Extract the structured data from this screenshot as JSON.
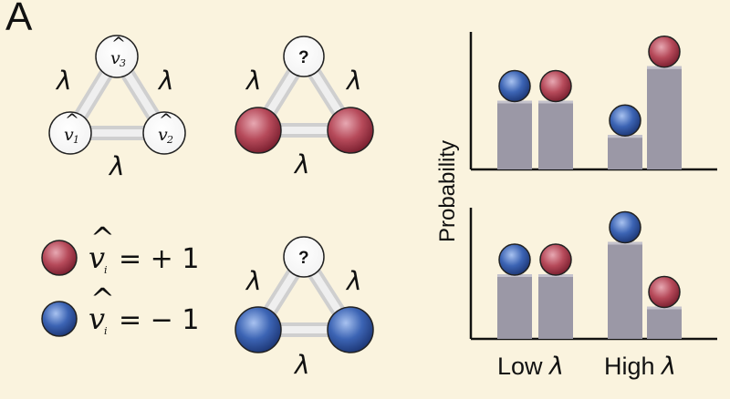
{
  "panel_label": "A",
  "colors": {
    "background": "#faf3de",
    "red_node": "#b64a5a",
    "blue_node": "#3c64b4",
    "bar": "#9b98a6",
    "edge": "#d9d9d9"
  },
  "symbols": {
    "lambda": "λ",
    "question": "?"
  },
  "triangle_nodes": {
    "top": "v",
    "left": "v",
    "right": "v",
    "top_sub": "3",
    "left_sub": "1",
    "right_sub": "2"
  },
  "legend": {
    "red": {
      "label": "v",
      "sub": "i",
      "eq": "= + 1"
    },
    "blue": {
      "label": "v",
      "sub": "i",
      "eq": "= − 1"
    }
  },
  "chart": {
    "ylabel": "Probability",
    "group_labels": [
      {
        "text": "Low ",
        "symbol": "λ"
      },
      {
        "text": "High ",
        "symbol": "λ"
      }
    ]
  },
  "chart_data": [
    {
      "type": "bar",
      "categories": [
        "Low λ",
        "High λ"
      ],
      "series_colors": [
        "blue",
        "red"
      ],
      "values": [
        [
          0.5,
          0.5
        ],
        [
          0.25,
          0.75
        ]
      ],
      "ylabel": "Probability"
    },
    {
      "type": "bar",
      "categories": [
        "Low λ",
        "High λ"
      ],
      "series_colors": [
        "blue",
        "red"
      ],
      "values": [
        [
          0.5,
          0.5
        ],
        [
          0.75,
          0.25
        ]
      ],
      "ylabel": "Probability"
    }
  ]
}
